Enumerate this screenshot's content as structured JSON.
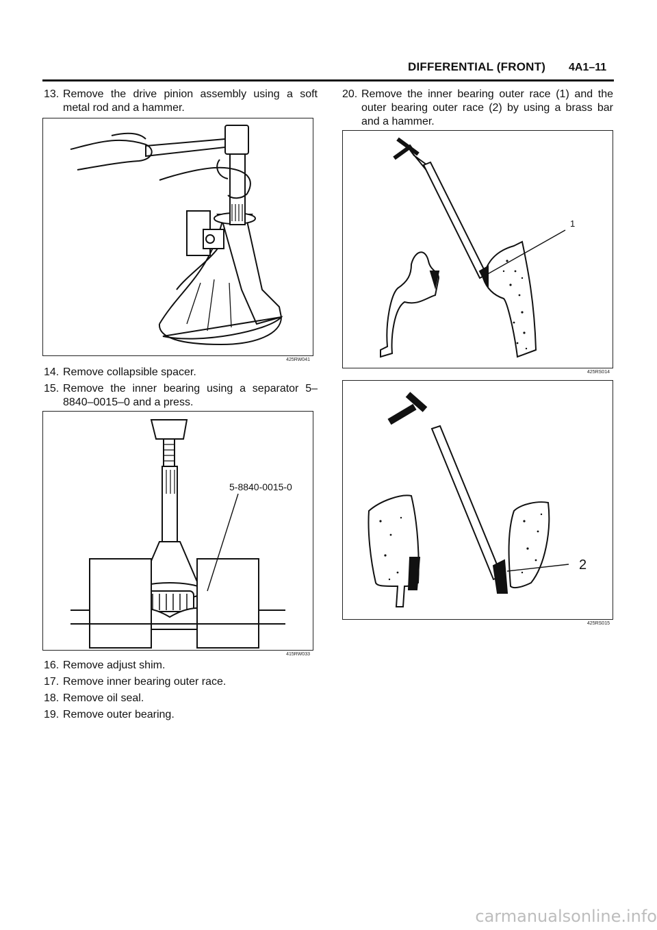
{
  "header": {
    "section_title": "DIFFERENTIAL (FRONT)",
    "page_number": "4A1–11"
  },
  "left_steps": [
    {
      "number": "13.",
      "text": "Remove the drive pinion assembly using a soft metal rod and a hammer."
    },
    {
      "number": "14.",
      "text": "Remove collapsible spacer."
    },
    {
      "number": "15.",
      "text": "Remove the inner bearing using a separator 5–8840–0015–0 and a press."
    },
    {
      "number": "16.",
      "text": "Remove adjust shim."
    },
    {
      "number": "17.",
      "text": "Remove inner bearing outer race."
    },
    {
      "number": "18.",
      "text": "Remove oil seal."
    },
    {
      "number": "19.",
      "text": "Remove outer bearing."
    }
  ],
  "right_steps": [
    {
      "number": "20.",
      "text": "Remove the inner bearing outer race (1) and the outer bearing outer race (2) by using a brass bar and a hammer."
    }
  ],
  "figures": [
    {
      "code": "425RW041"
    },
    {
      "code": "415RW033",
      "callout": "5-8840-0015-0"
    },
    {
      "code": "425RS014",
      "callout": "1"
    },
    {
      "code": "425RS015",
      "callout": "2"
    }
  ],
  "watermark": "carmanualsonline.info"
}
